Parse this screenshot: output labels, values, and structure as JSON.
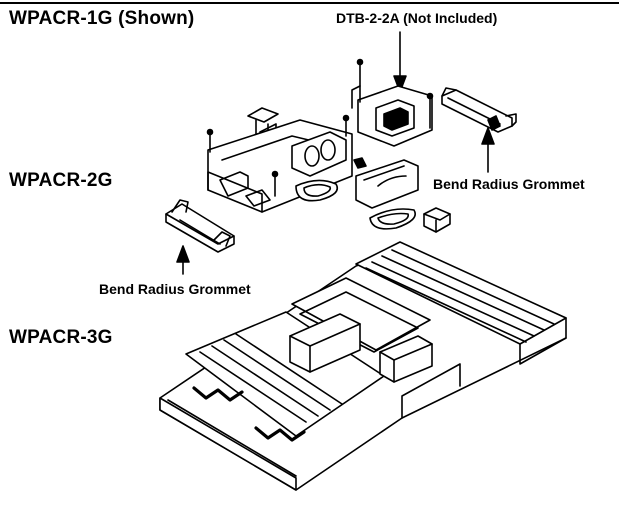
{
  "models": {
    "wpacr_1g": "WPACR-1G (Shown)",
    "wpacr_2g": "WPACR-2G",
    "wpacr_3g": "WPACR-3G"
  },
  "callouts": {
    "dtb": "DTB-2-2A (Not Included)",
    "grommet_right": "Bend Radius Grommet",
    "grommet_left": "Bend Radius Grommet"
  },
  "colors": {
    "line": "#000000",
    "fill": "#ffffff",
    "shade": "#cfcfcf"
  }
}
